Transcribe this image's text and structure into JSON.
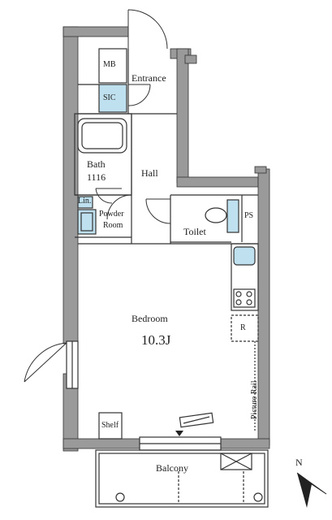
{
  "rooms": {
    "mb": "MB",
    "sic": "SIC",
    "entrance": "Entrance",
    "bath": "Bath",
    "bath_size": "1116",
    "hall": "Hall",
    "lin": "Lin.",
    "powder_room_line1": "Powder",
    "powder_room_line2": "Room",
    "toilet": "Toilet",
    "ps": "PS",
    "refrigerator": "R",
    "bedroom": "Bedroom",
    "bedroom_size": "10.3J",
    "picture_rail": "Picture Rail",
    "shelf": "Shelf",
    "balcony": "Balcony"
  },
  "compass": {
    "north": "N"
  },
  "colors": {
    "wall": "#9a9a9a",
    "wall_outline": "#333333",
    "fixture_blue": "#bfe0ee",
    "line": "#444444"
  }
}
